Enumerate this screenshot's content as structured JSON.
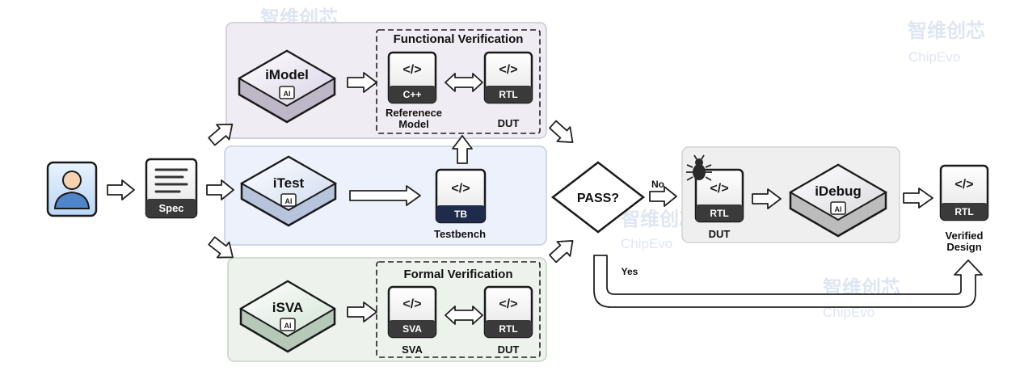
{
  "diagram": {
    "spec_label": "Spec",
    "watermark": {
      "cn": "智维创芯",
      "en": "ChipEvo"
    },
    "panels": {
      "functional_verification": "Functional Verification",
      "formal_verification": "Formal Verification"
    },
    "agents": {
      "imodel": "iModel",
      "itest": "iTest",
      "isva": "iSVA",
      "idebug": "iDebug",
      "ai_badge": "AI"
    },
    "files": {
      "code_glyph": "</>",
      "cpp": "C++",
      "rtl": "RTL",
      "tb": "TB",
      "sva": "SVA"
    },
    "captions": {
      "reference_model_line1": "Referenece",
      "reference_model_line2": "Model",
      "dut": "DUT",
      "testbench": "Testbench",
      "sva": "SVA",
      "verified_line1": "Verified",
      "verified_line2": "Design"
    },
    "decision": {
      "label": "PASS?",
      "no": "No",
      "yes": "Yes"
    },
    "icons": {
      "user": "user-icon",
      "document": "document-icon",
      "bug": "bug-icon",
      "chip": "chip-icon",
      "code": "code-icon"
    }
  }
}
